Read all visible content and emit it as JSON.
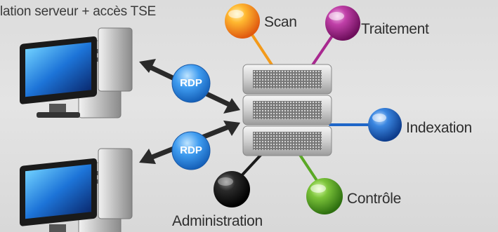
{
  "title": "lation serveur + accès TSE",
  "rdp": [
    "RDP",
    "RDP"
  ],
  "modules": {
    "scan": "Scan",
    "traitement": "Traitement",
    "indexation": "Indexation",
    "controle": "Contrôle",
    "administration": "Administration"
  },
  "colors": {
    "scan": "#f39a1a",
    "traitement": "#a8288f",
    "indexation": "#1f66c8",
    "controle": "#5aa825",
    "administration": "#1a1a1a",
    "rdp": "#2f8ee6"
  }
}
